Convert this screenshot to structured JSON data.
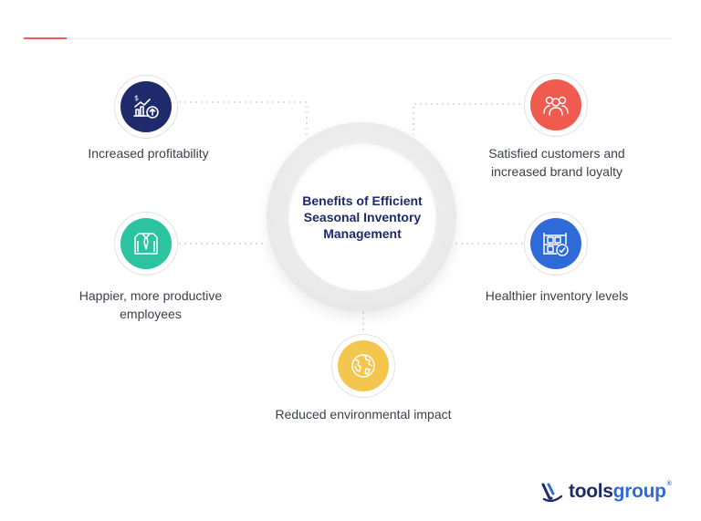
{
  "center": {
    "title": "Benefits of Efficient Seasonal Inventory Management"
  },
  "benefits": [
    {
      "label": "Increased profitability",
      "icon": "profit-chart-icon",
      "color": "#1e2a6b"
    },
    {
      "label": "Satisfied customers and increased brand loyalty",
      "icon": "customers-group-icon",
      "color": "#f05a4f"
    },
    {
      "label": "Happier, more productive employees",
      "icon": "employee-shirt-icon",
      "color": "#2cc4a0"
    },
    {
      "label": "Healthier inventory levels",
      "icon": "inventory-shelf-icon",
      "color": "#2f6bd8"
    },
    {
      "label": "Reduced environmental impact",
      "icon": "globe-icon",
      "color": "#f4c64e"
    }
  ],
  "brand": {
    "name_part1": "tools",
    "name_part2": "group",
    "registered": "®"
  }
}
